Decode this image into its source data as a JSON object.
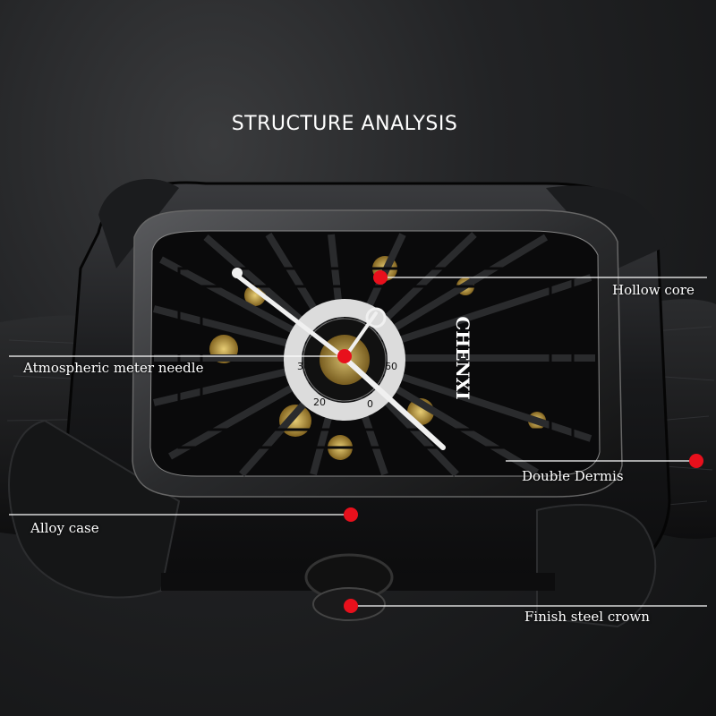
{
  "title": "STRUCTURE ANALYSIS",
  "callouts": {
    "hollow_core": "Hollow core",
    "atmospheric_needle": "Atmospheric meter needle",
    "double_dermis": "Double Dermis",
    "alloy_case": "Alloy case",
    "finish_crown": "Finish steel crown"
  },
  "watch": {
    "brand": "CHENXI",
    "subdial_numbers": [
      "30",
      "20",
      "0",
      "60"
    ]
  },
  "colors": {
    "marker": "#e8101c",
    "leader_line": "#ffffff",
    "background": "#1e1f21",
    "movement_gold": "#c9a24a"
  }
}
